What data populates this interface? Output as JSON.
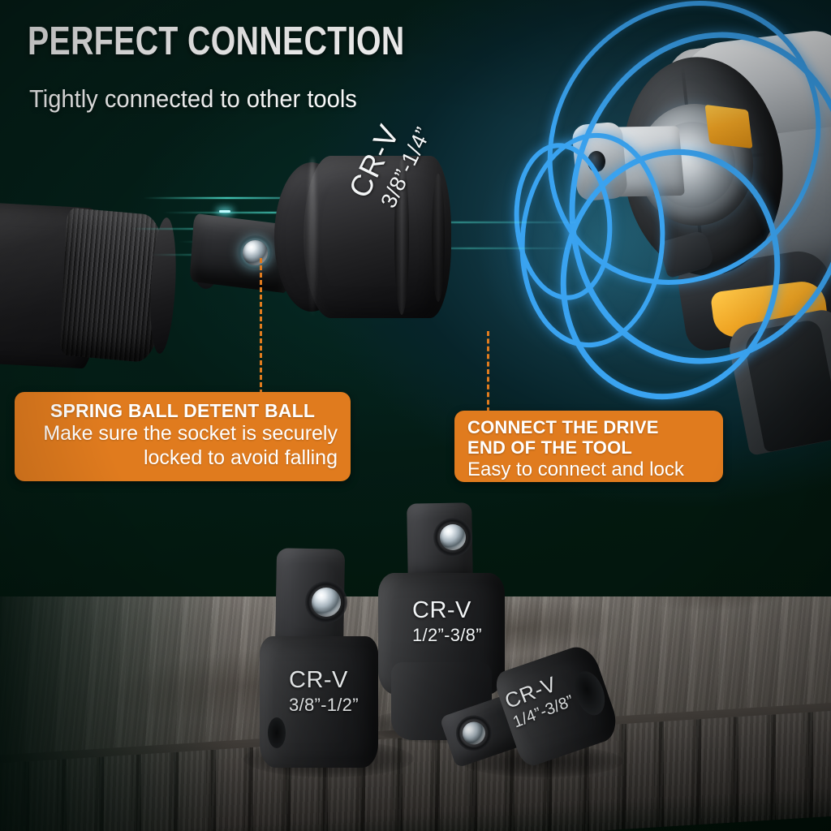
{
  "header": {
    "title": "PERFECT CONNECTION",
    "subtitle": "Tightly connected to other tools"
  },
  "colors": {
    "background_dark_green": "#03180f",
    "glow_teal": "#1d4d5c",
    "ring_blue": "#3aa3f0",
    "callout_orange": "#e07b1e",
    "accent_yellow": "#f0a424",
    "text_white": "#ffffff",
    "wood_gray": "#7d7872"
  },
  "callouts": [
    {
      "id": "spring-ball-detent-ball",
      "title": "SPRING BALL DETENT BALL",
      "line1": "Make sure the socket is securely",
      "line2": "locked to avoid falling",
      "align": "right"
    },
    {
      "id": "connect-the-drive-end",
      "title_line1": "CONNECT THE DRIVE",
      "title_line2": "END OF THE TOOL",
      "subtitle": "Easy to connect and lock",
      "align": "left"
    }
  ],
  "hero_adapter": {
    "material": "CR-V",
    "size": "3/8”-1/4”"
  },
  "product_adapters": [
    {
      "id": "adapter-3-8-to-1-2",
      "material": "CR-V",
      "size": "3/8”-1/2”"
    },
    {
      "id": "adapter-1-2-to-3-8",
      "material": "CR-V",
      "size": "1/2”-3/8”"
    },
    {
      "id": "adapter-1-4-to-3-8",
      "material": "CR-V",
      "size": "1/4”-3/8”"
    }
  ],
  "scene": {
    "left_tool": "knurled-black-socket",
    "right_tool": "cordless-impact-wrench",
    "surface": "weathered-wood-table"
  }
}
